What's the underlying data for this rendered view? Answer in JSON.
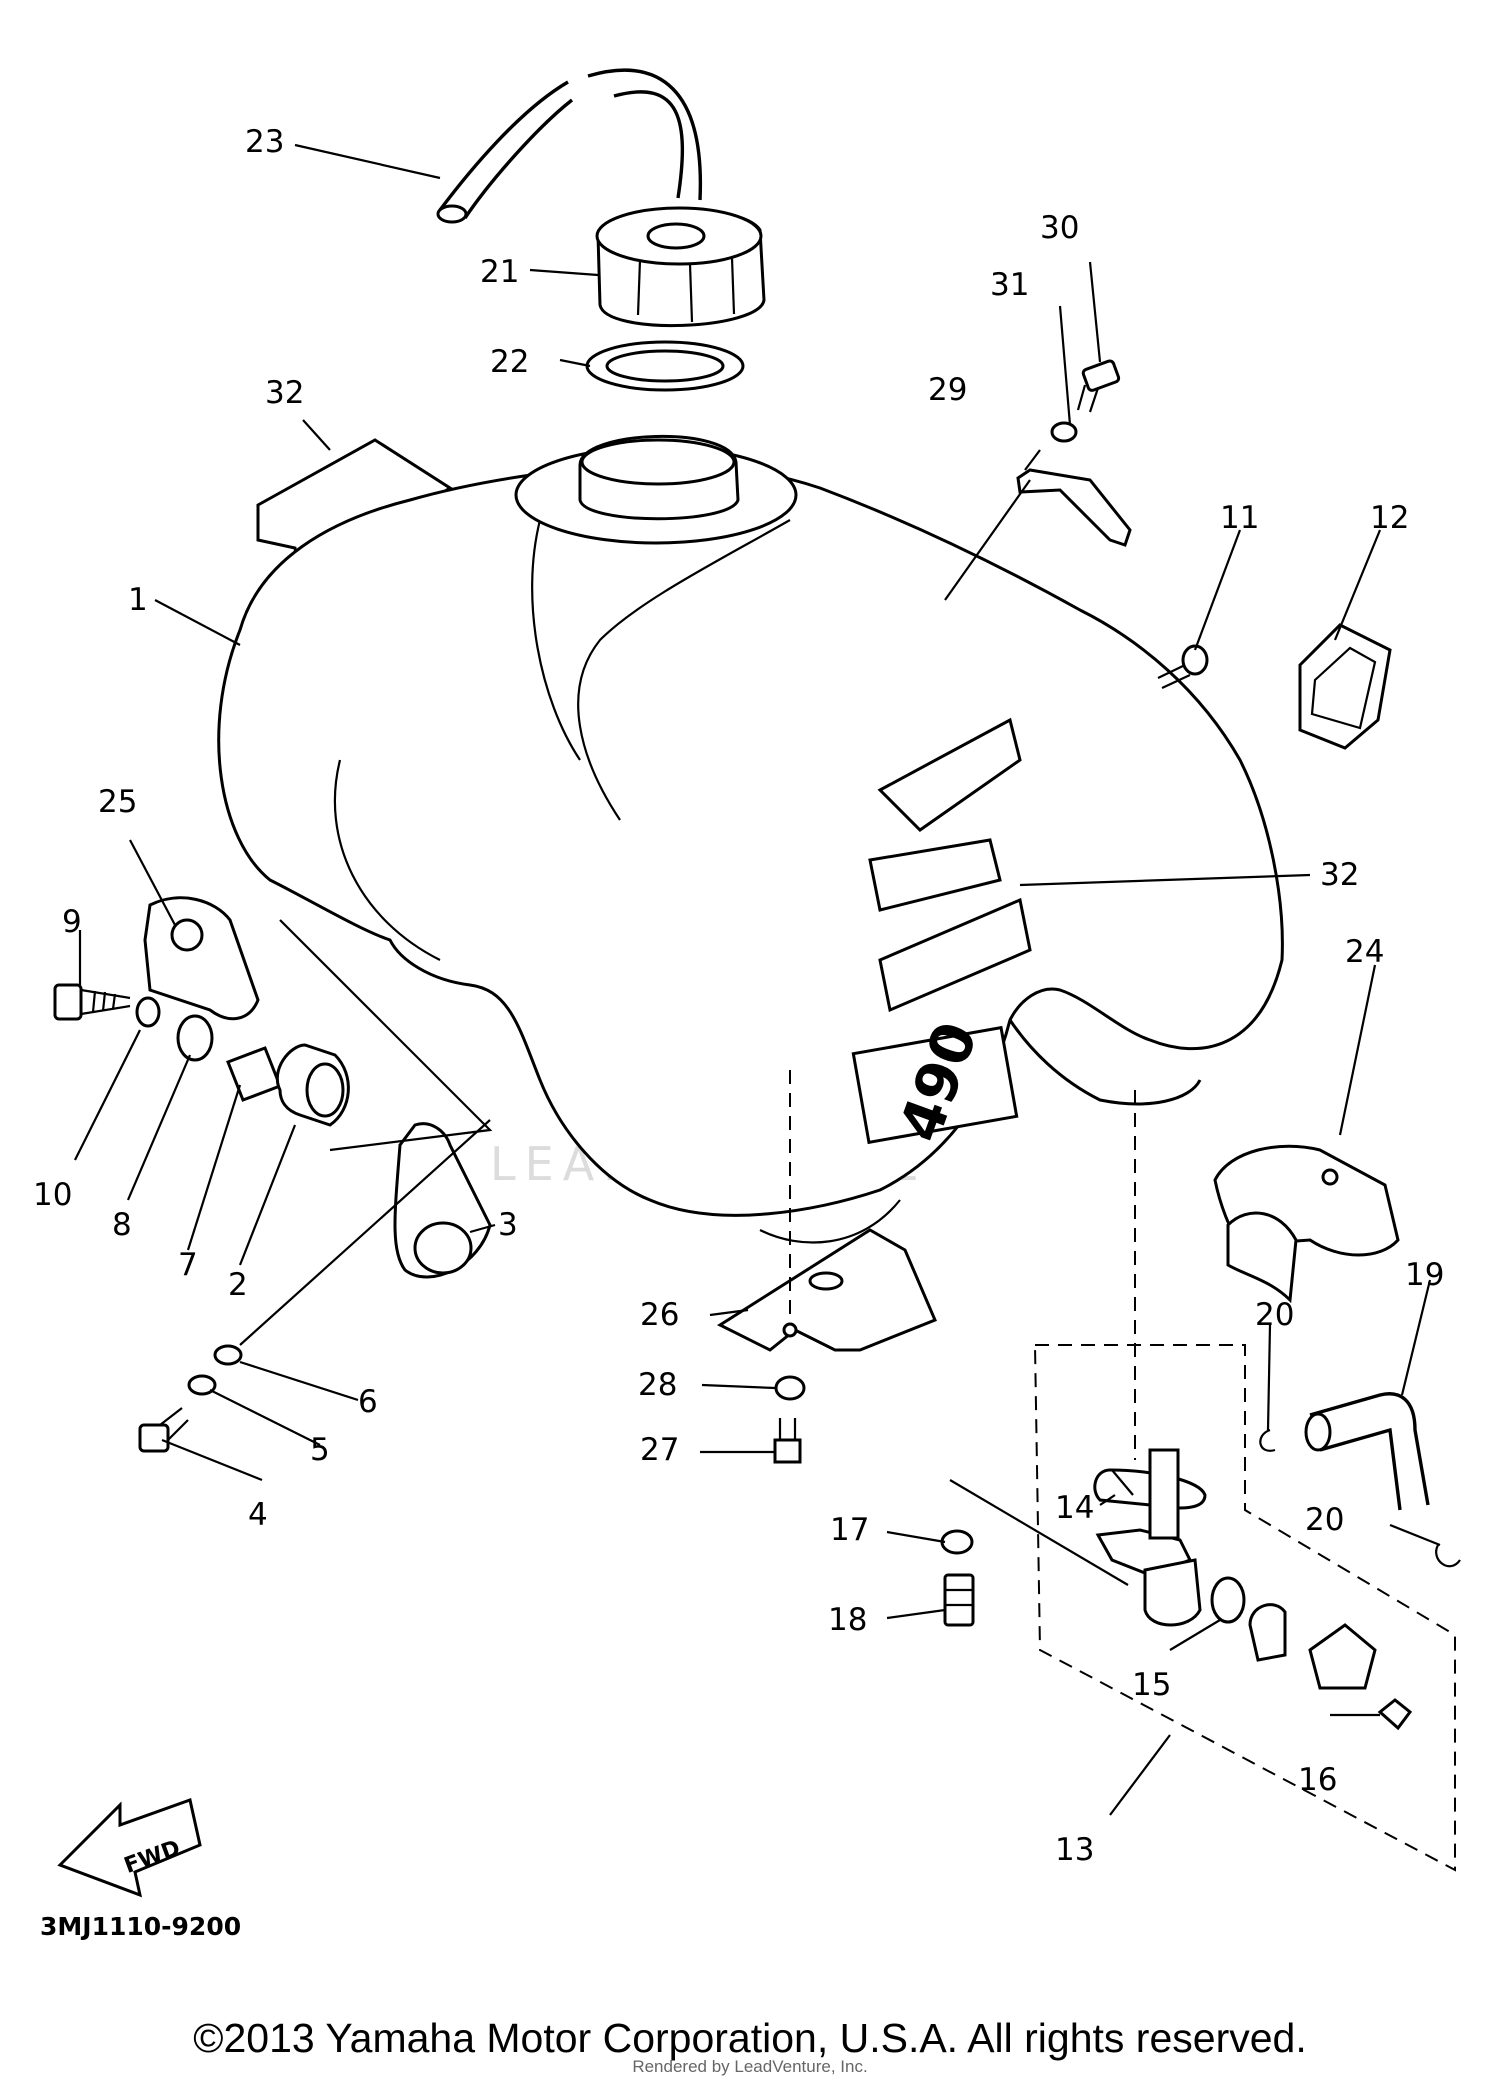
{
  "diagram": {
    "callouts": [
      {
        "id": "c1",
        "label": "1"
      },
      {
        "id": "c2",
        "label": "2"
      },
      {
        "id": "c3",
        "label": "3"
      },
      {
        "id": "c4",
        "label": "4"
      },
      {
        "id": "c5",
        "label": "5"
      },
      {
        "id": "c6",
        "label": "6"
      },
      {
        "id": "c7",
        "label": "7"
      },
      {
        "id": "c8",
        "label": "8"
      },
      {
        "id": "c9",
        "label": "9"
      },
      {
        "id": "c10",
        "label": "10"
      },
      {
        "id": "c11",
        "label": "11"
      },
      {
        "id": "c12",
        "label": "12"
      },
      {
        "id": "c13",
        "label": "13"
      },
      {
        "id": "c14",
        "label": "14"
      },
      {
        "id": "c15",
        "label": "15"
      },
      {
        "id": "c16",
        "label": "16"
      },
      {
        "id": "c17",
        "label": "17"
      },
      {
        "id": "c18",
        "label": "18"
      },
      {
        "id": "c19",
        "label": "19"
      },
      {
        "id": "c20a",
        "label": "20"
      },
      {
        "id": "c20b",
        "label": "20"
      },
      {
        "id": "c21",
        "label": "21"
      },
      {
        "id": "c22",
        "label": "22"
      },
      {
        "id": "c23",
        "label": "23"
      },
      {
        "id": "c24",
        "label": "24"
      },
      {
        "id": "c25",
        "label": "25"
      },
      {
        "id": "c26",
        "label": "26"
      },
      {
        "id": "c27",
        "label": "27"
      },
      {
        "id": "c28",
        "label": "28"
      },
      {
        "id": "c29",
        "label": "29"
      },
      {
        "id": "c30",
        "label": "30"
      },
      {
        "id": "c31",
        "label": "31"
      },
      {
        "id": "c32a",
        "label": "32"
      },
      {
        "id": "c32b",
        "label": "32"
      }
    ],
    "fwd_label": "FWD",
    "tank_decal": "490",
    "drawing_number": "3MJ1110-9200",
    "watermark": "LEADVENTURE"
  },
  "footer": {
    "copyright": "©2013 Yamaha Motor Corporation, U.S.A. All rights reserved.",
    "rendered_by": "Rendered by LeadVenture, Inc."
  }
}
